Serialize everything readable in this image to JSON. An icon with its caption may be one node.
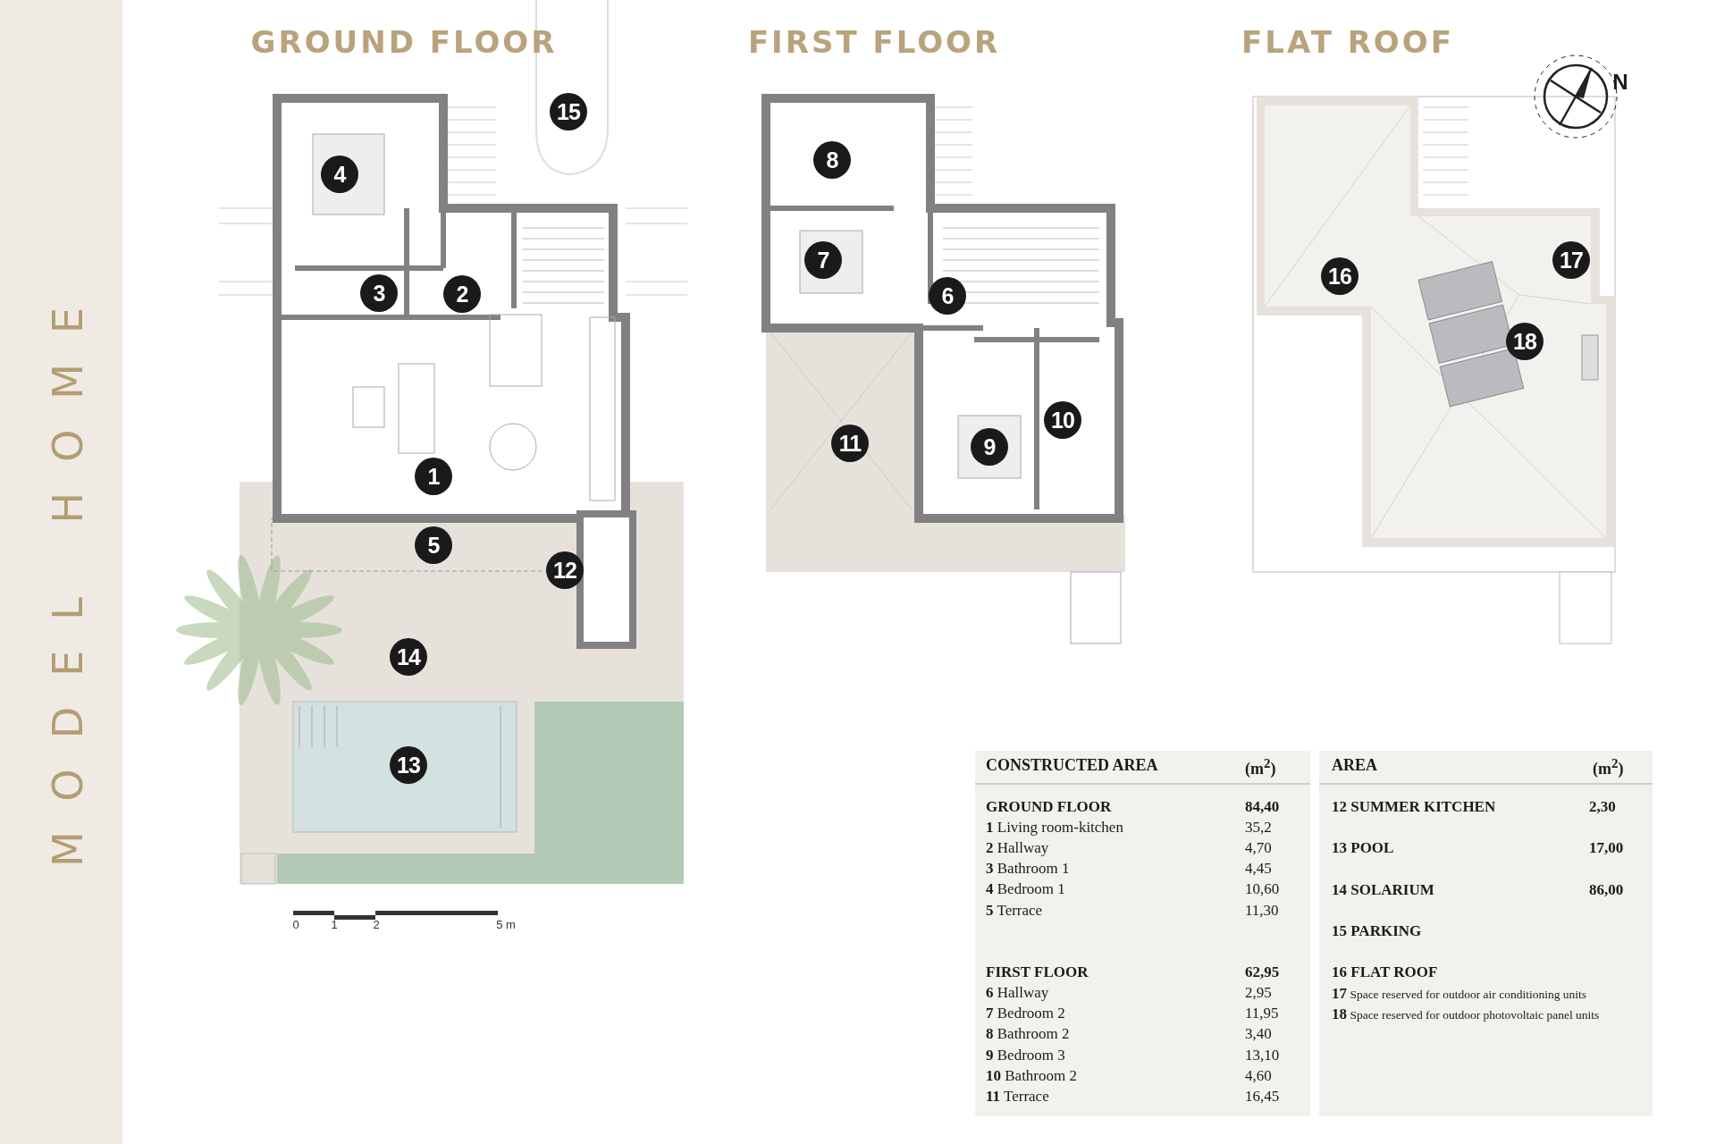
{
  "diagram": {
    "title": "MODEL HOME",
    "nodes": [
      {
        "text": [
          "1"
        ]
      },
      {
        "text": [
          "2"
        ]
      },
      {
        "text": [
          "3"
        ]
      },
      {
        "text": [
          "4"
        ]
      },
      {
        "text": [
          "5"
        ]
      },
      {
        "text": [
          "12"
        ]
      },
      {
        "text": [
          "13"
        ]
      },
      {
        "text": [
          "14"
        ]
      },
      {
        "text": [
          "15"
        ]
      },
      {
        "text": [
          "6"
        ]
      },
      {
        "text": [
          "7"
        ]
      },
      {
        "text": [
          "8"
        ]
      },
      {
        "text": [
          "9"
        ]
      },
      {
        "text": [
          "10"
        ]
      },
      {
        "text": [
          "11"
        ]
      },
      {
        "text": [
          "16"
        ]
      },
      {
        "text": [
          "17"
        ]
      },
      {
        "text": [
          "18"
        ]
      }
    ],
    "labels": [
      "GROUND FLOOR",
      "FIRST FLOOR",
      "FLAT ROOF",
      "N",
      "0",
      "1",
      "2",
      "5 m",
      "CONSTRUCTED AREA",
      "(m$^{2}$)",
      "GROUND FLOOR",
      "84,40",
      "**1** Living room-kitchen",
      "35,2",
      "**2** Hallway",
      "4,70",
      "**3** Bathroom 1",
      "4,45",
      "**4** Bedroom 1",
      "10,60",
      "**5** Terrace",
      "11,30",
      "FIRST FLOOR",
      "62,95",
      "**6** Hallway",
      "2,95",
      "**7** Bedroom 2",
      "11,95",
      "**8** Bathroom 2",
      "3,40",
      "**9** Bedroom 3",
      "13,10",
      "**10** Bathroom 2",
      "4,60",
      "**11** Terrace",
      "16,45",
      "AREA",
      "(m$^{2}$)",
      "12 SUMMER KITCHEN",
      "2,30",
      "13 POOL",
      "17,00",
      "14 SOLARIUM",
      "86,00",
      "15 PARKING",
      "16 FLAT ROOF",
      "**17** Space reserved for outdoor air conditioning units",
      "**18** Space reserved for outdoor photovoltaic panel units"
    ]
  }
}
